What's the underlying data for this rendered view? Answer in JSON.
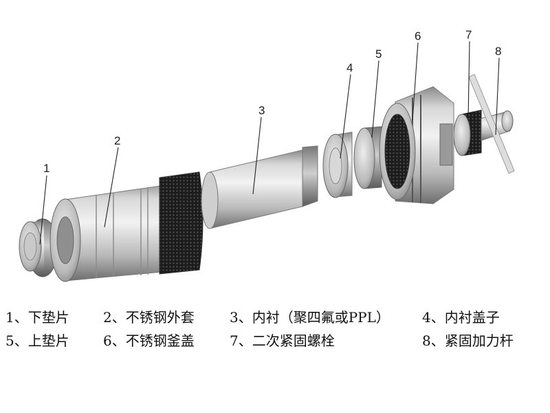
{
  "callouts": [
    "1",
    "2",
    "3",
    "4",
    "5",
    "6",
    "7",
    "8"
  ],
  "legend": {
    "row1": [
      "1、下垫片",
      "2、不锈钢外套",
      "3、内衬（聚四氟或PPL）",
      "4、内衬盖子"
    ],
    "row2": [
      "5、上垫片",
      "6、不锈钢釜盖",
      "7、二次紧固螺栓",
      "8、紧固加力杆"
    ]
  }
}
